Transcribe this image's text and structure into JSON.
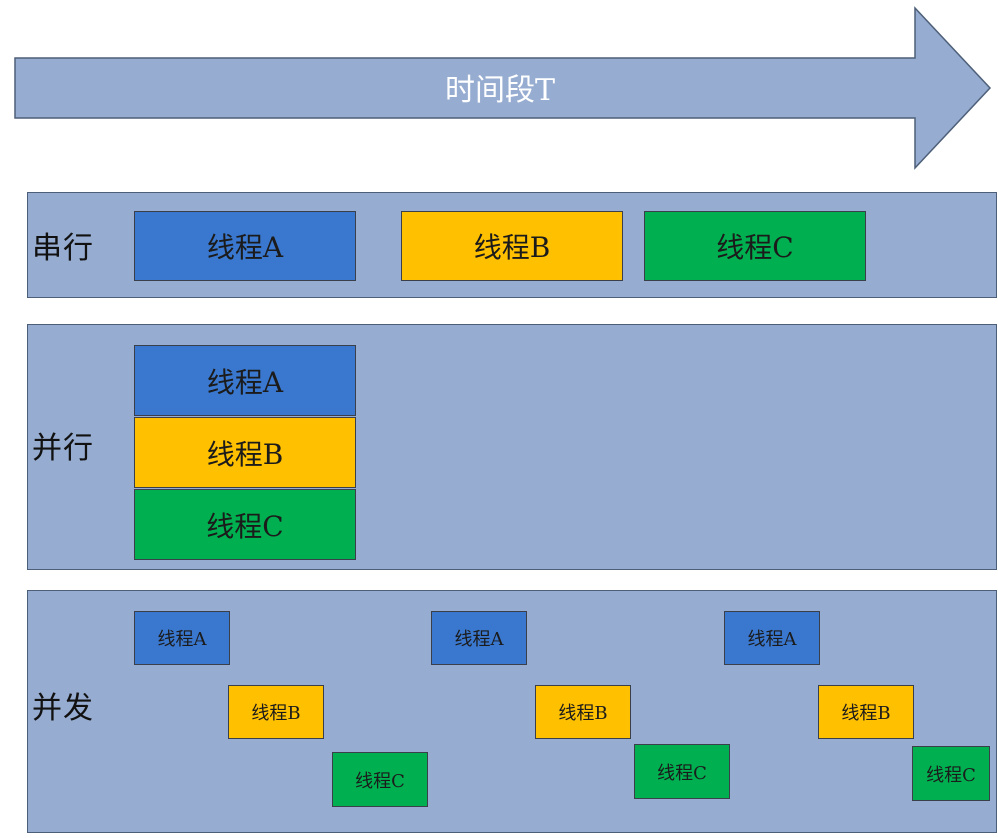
{
  "colors": {
    "panel": "#96acd0",
    "blue": "#3a78cf",
    "orange": "#ffc000",
    "green": "#00b050"
  },
  "timeline": {
    "label": "时间段T"
  },
  "sections": [
    {
      "label": "串行",
      "threads": [
        "线程A",
        "线程B",
        "线程C"
      ]
    },
    {
      "label": "并行",
      "threads": [
        "线程A",
        "线程B",
        "线程C"
      ]
    },
    {
      "label": "并发",
      "threads": [
        "线程A",
        "线程A",
        "线程A",
        "线程B",
        "线程B",
        "线程B",
        "线程C",
        "线程C",
        "线程C"
      ]
    }
  ]
}
